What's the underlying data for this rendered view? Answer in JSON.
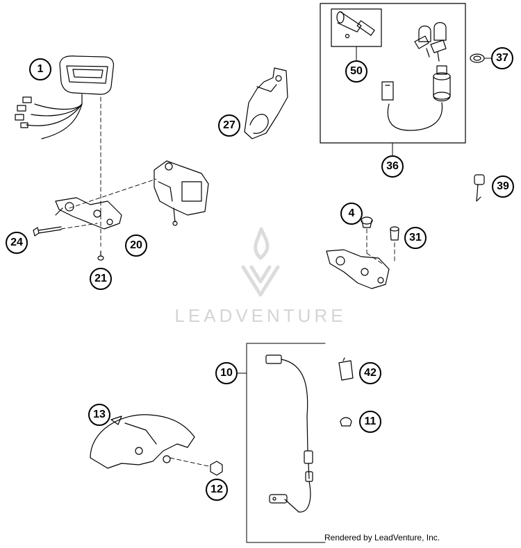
{
  "callouts": {
    "c1": "1",
    "c50": "50",
    "c37": "37",
    "c27": "27",
    "c36": "36",
    "c39": "39",
    "c4": "4",
    "c31": "31",
    "c24": "24",
    "c20": "20",
    "c21": "21",
    "c10": "10",
    "c42": "42",
    "c13": "13",
    "c11": "11",
    "c12": "12"
  },
  "watermark": {
    "text": "LEADVENTURE",
    "logo_icon": "leadventure-flame-logo"
  },
  "footer": {
    "credit": "Rendered by LeadVenture, Inc."
  },
  "colors": {
    "line": "#000000",
    "watermark": "#d4d4d4",
    "background": "#ffffff"
  }
}
